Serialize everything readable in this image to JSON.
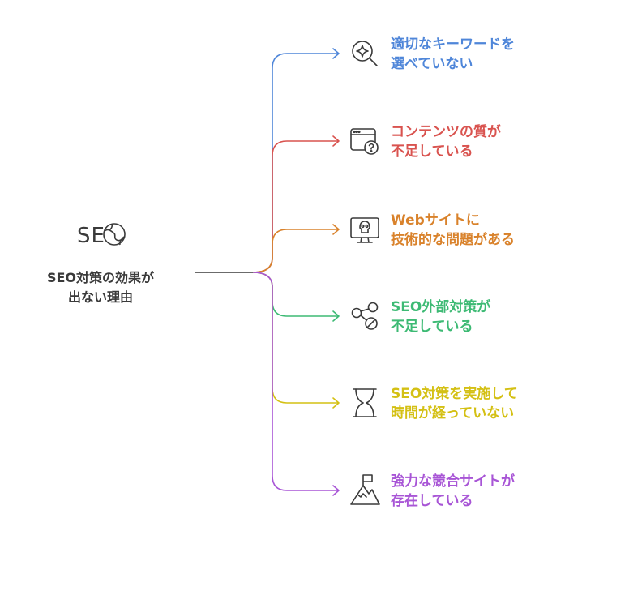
{
  "root": {
    "logo_text": "SE",
    "logo_icon": "globe-icon",
    "title_line1": "SEO対策の効果が",
    "title_line2": "出ない理由"
  },
  "branches": [
    {
      "line1": "適切なキーワードを",
      "line2": "選べていない",
      "color": "#4f86d9",
      "icon": "search-sparkle-icon"
    },
    {
      "line1": "コンテンツの質が",
      "line2": "不足している",
      "color": "#d9534f",
      "icon": "browser-question-icon"
    },
    {
      "line1": "Webサイトに",
      "line2": "技術的な問題がある",
      "color": "#d9822b",
      "icon": "monitor-skull-icon"
    },
    {
      "line1": "SEO外部対策が",
      "line2": "不足している",
      "color": "#3dba74",
      "icon": "link-blocked-icon"
    },
    {
      "line1": "SEO対策を実施して",
      "line2": "時間が経っていない",
      "color": "#d4c014",
      "icon": "hourglass-icon"
    },
    {
      "line1": "強力な競合サイトが",
      "line2": "存在している",
      "color": "#a855d6",
      "icon": "mountain-flag-icon"
    }
  ]
}
